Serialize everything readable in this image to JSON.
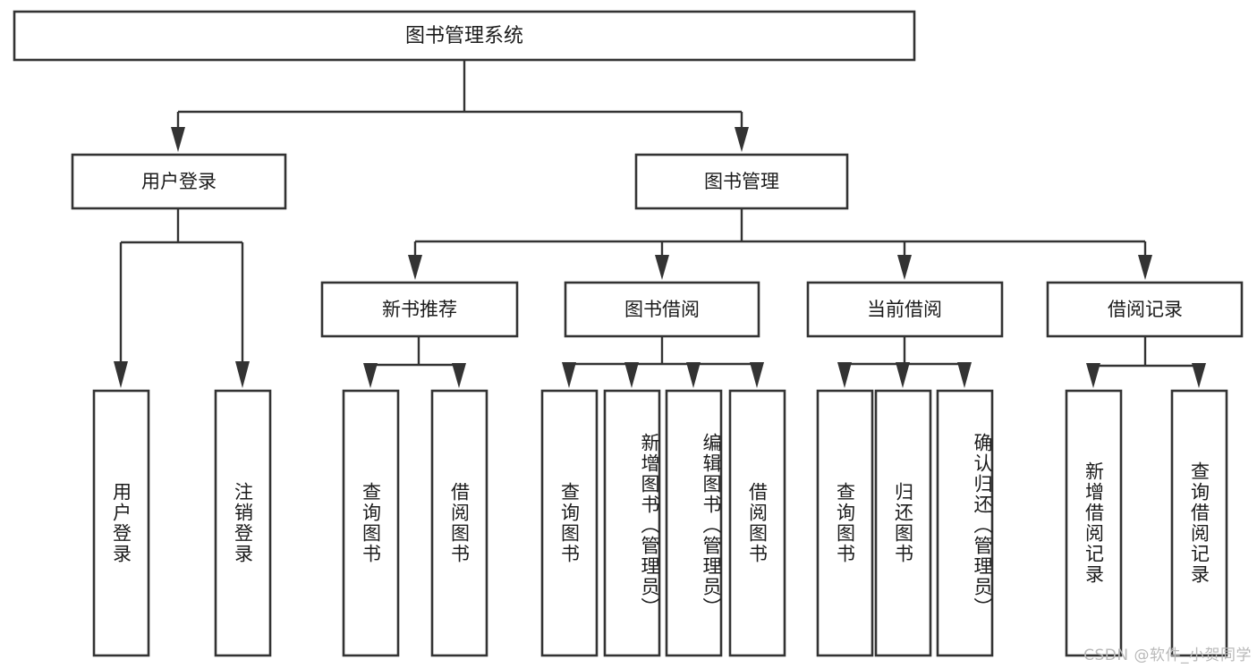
{
  "diagram": {
    "title": "图书管理系统",
    "type": "tree-hierarchy",
    "watermark": "CSDN @软件_小贺同学",
    "colors": {
      "background": "#ffffff",
      "box_stroke": "#333333",
      "box_fill": "#ffffff",
      "text": "#1b1b1b",
      "watermark": "#b9b9b9"
    },
    "root": {
      "label": "图书管理系统"
    },
    "level2": [
      {
        "label": "用户登录"
      },
      {
        "label": "图书管理"
      }
    ],
    "level3": [
      {
        "label": "新书推荐"
      },
      {
        "label": "图书借阅"
      },
      {
        "label": "当前借阅"
      },
      {
        "label": "借阅记录"
      }
    ],
    "leaves": {
      "user_login": [
        {
          "label": "用户登录"
        },
        {
          "label": "注销登录"
        }
      ],
      "new_book_recommend": [
        {
          "label": "查询图书"
        },
        {
          "label": "借阅图书"
        }
      ],
      "book_borrow": [
        {
          "label": "查询图书"
        },
        {
          "label": "新增图书（管理员）"
        },
        {
          "label": "编辑图书（管理员）"
        },
        {
          "label": "借阅图书"
        }
      ],
      "current_borrow": [
        {
          "label": "查询图书"
        },
        {
          "label": "归还图书"
        },
        {
          "label": "确认归还（管理员）"
        }
      ],
      "borrow_record": [
        {
          "label": "新增借阅记录"
        },
        {
          "label": "查询借阅记录"
        }
      ]
    }
  }
}
